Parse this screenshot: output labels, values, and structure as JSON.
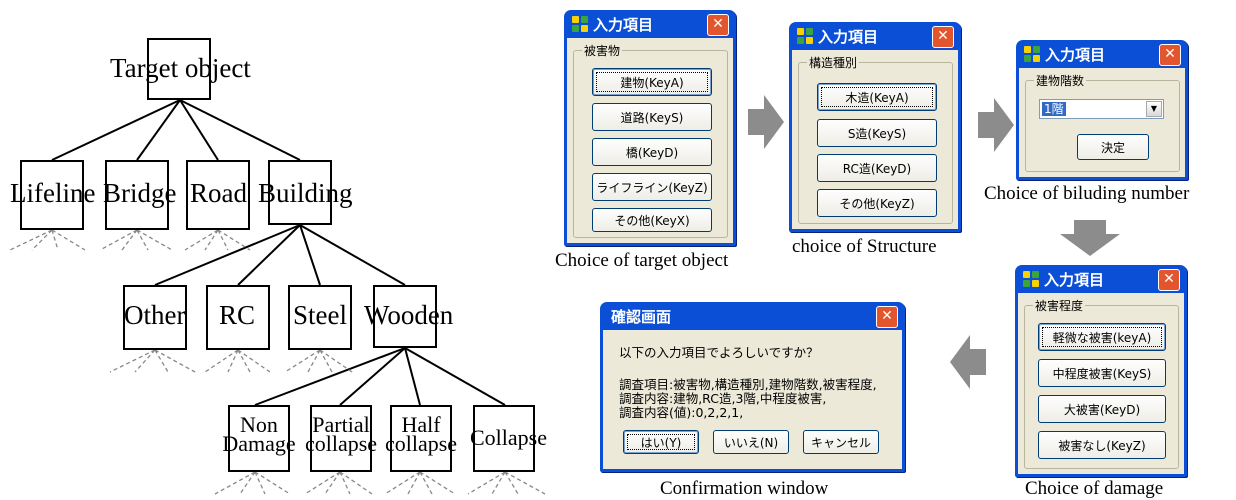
{
  "tree": {
    "root": "Target object",
    "level1": [
      "Lifeline",
      "Bridge",
      "Road",
      "Building"
    ],
    "level2": [
      "Other",
      "RC",
      "Steel",
      "Wooden"
    ],
    "level3": [
      {
        "line1": "Non",
        "line2": "Damage"
      },
      {
        "line1": "Partial",
        "line2": "collapse"
      },
      {
        "line1": "Half",
        "line2": "collapse"
      },
      {
        "line1": "Collapse",
        "line2": ""
      }
    ]
  },
  "dialogs": {
    "target": {
      "title": "入力項目",
      "group": "被害物",
      "buttons": [
        "建物(KeyA)",
        "道路(KeyS)",
        "橋(KeyD)",
        "ライフライン(KeyZ)",
        "その他(KeyX)"
      ],
      "caption": "Choice of target object"
    },
    "structure": {
      "title": "入力項目",
      "group": "構造種別",
      "buttons": [
        "木造(KeyA)",
        "S造(KeyS)",
        "RC造(KeyD)",
        "その他(KeyZ)"
      ],
      "caption": "choice of Structure"
    },
    "floors": {
      "title": "入力項目",
      "group": "建物階数",
      "select_value": "1階",
      "ok_button": "決定",
      "caption": "Choice of biluding number"
    },
    "damage": {
      "title": "入力項目",
      "group": "被害程度",
      "buttons": [
        "軽微な被害(keyA)",
        "中程度被害(KeyS)",
        "大被害(KeyD)",
        "被害なし(KeyZ)"
      ],
      "caption": "Choice of damage"
    },
    "confirm": {
      "title": "確認画面",
      "question": "以下の入力項目でよろしいですか？",
      "line1": "調査項目:被害物,構造種別,建物階数,被害程度,",
      "line2": "調査内容:建物,RC造,3階,中程度被害,",
      "line3": "調査内容(値):0,2,2,1,",
      "yes": "はい(Y)",
      "no": "いいえ(N)",
      "cancel": "キャンセル",
      "caption": "Confirmation window"
    }
  },
  "colors": {
    "title_bar": "#0a4fd6",
    "dialog_face": "#ece9d8",
    "close_button": "#e2552d",
    "arrow": "#8c8c8c"
  }
}
